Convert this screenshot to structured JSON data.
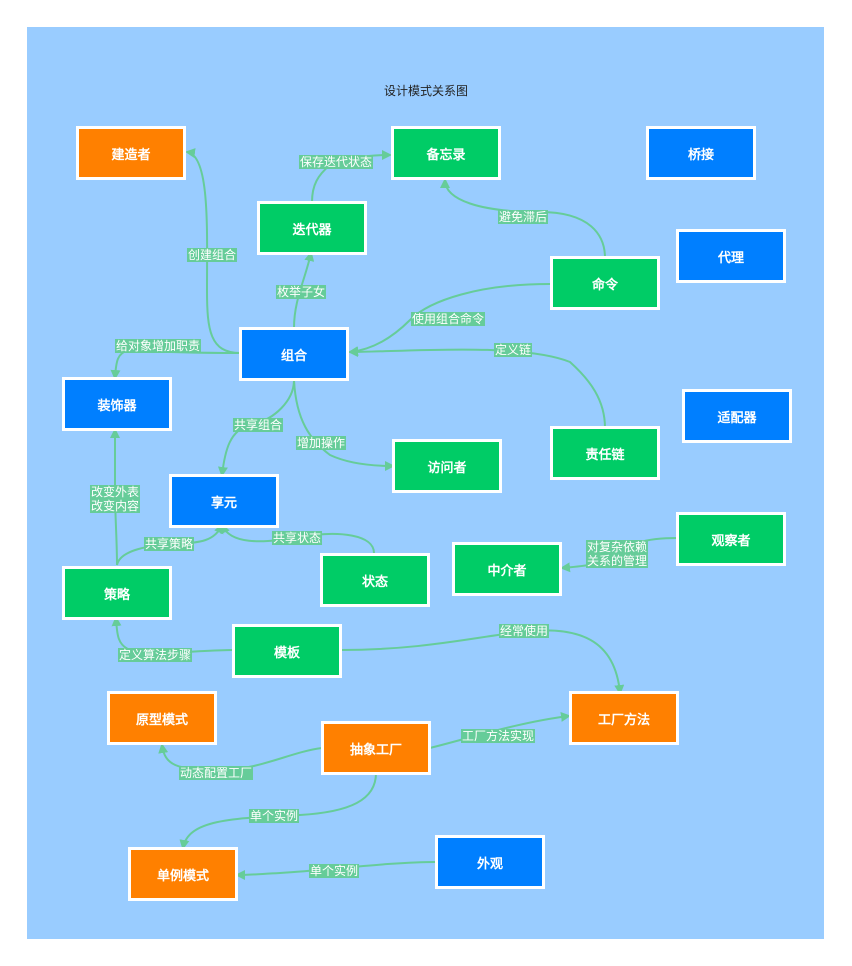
{
  "title": "设计模式关系图",
  "colors": {
    "background": "#99ccff",
    "creational": "#ff8000",
    "behavioral": "#00cc66",
    "structural": "#007fff",
    "edge": "#66cc99"
  },
  "nodes": {
    "builder": "建造者",
    "memento": "备忘录",
    "bridge": "桥接",
    "iterator": "迭代器",
    "proxy": "代理",
    "command": "命令",
    "composite": "组合",
    "decorator": "装饰器",
    "adapter": "适配器",
    "chain": "责任链",
    "visitor": "访问者",
    "flyweight": "享元",
    "observer": "观察者",
    "mediator": "中介者",
    "state": "状态",
    "strategy": "策略",
    "template": "模板",
    "factory_method": "工厂方法",
    "prototype": "原型模式",
    "abstract_factory": "抽象工厂",
    "singleton": "单例模式",
    "facade": "外观"
  },
  "edges": {
    "save_iter_state": "保存迭代状态",
    "avoid_lag": "避免滞后",
    "create_composite": "创建组合",
    "enum_children": "枚举子女",
    "use_composite_cmd": "使用组合命令",
    "define_chain": "定义链",
    "add_duties": "给对象增加职责",
    "share_composite": "共享组合",
    "add_ops": "增加操作",
    "change_skin": "改变外表\n改变内容",
    "share_strategy": "共享策略",
    "share_state": "共享状态",
    "complex_deps": "对复杂依赖\n关系的管理",
    "define_algo_steps": "定义算法步骤",
    "often_used": "经常使用",
    "factory_impl": "工厂方法实现",
    "dynamic_config": "动态配置工厂",
    "single_instance_1": "单个实例",
    "single_instance_2": "单个实例"
  }
}
